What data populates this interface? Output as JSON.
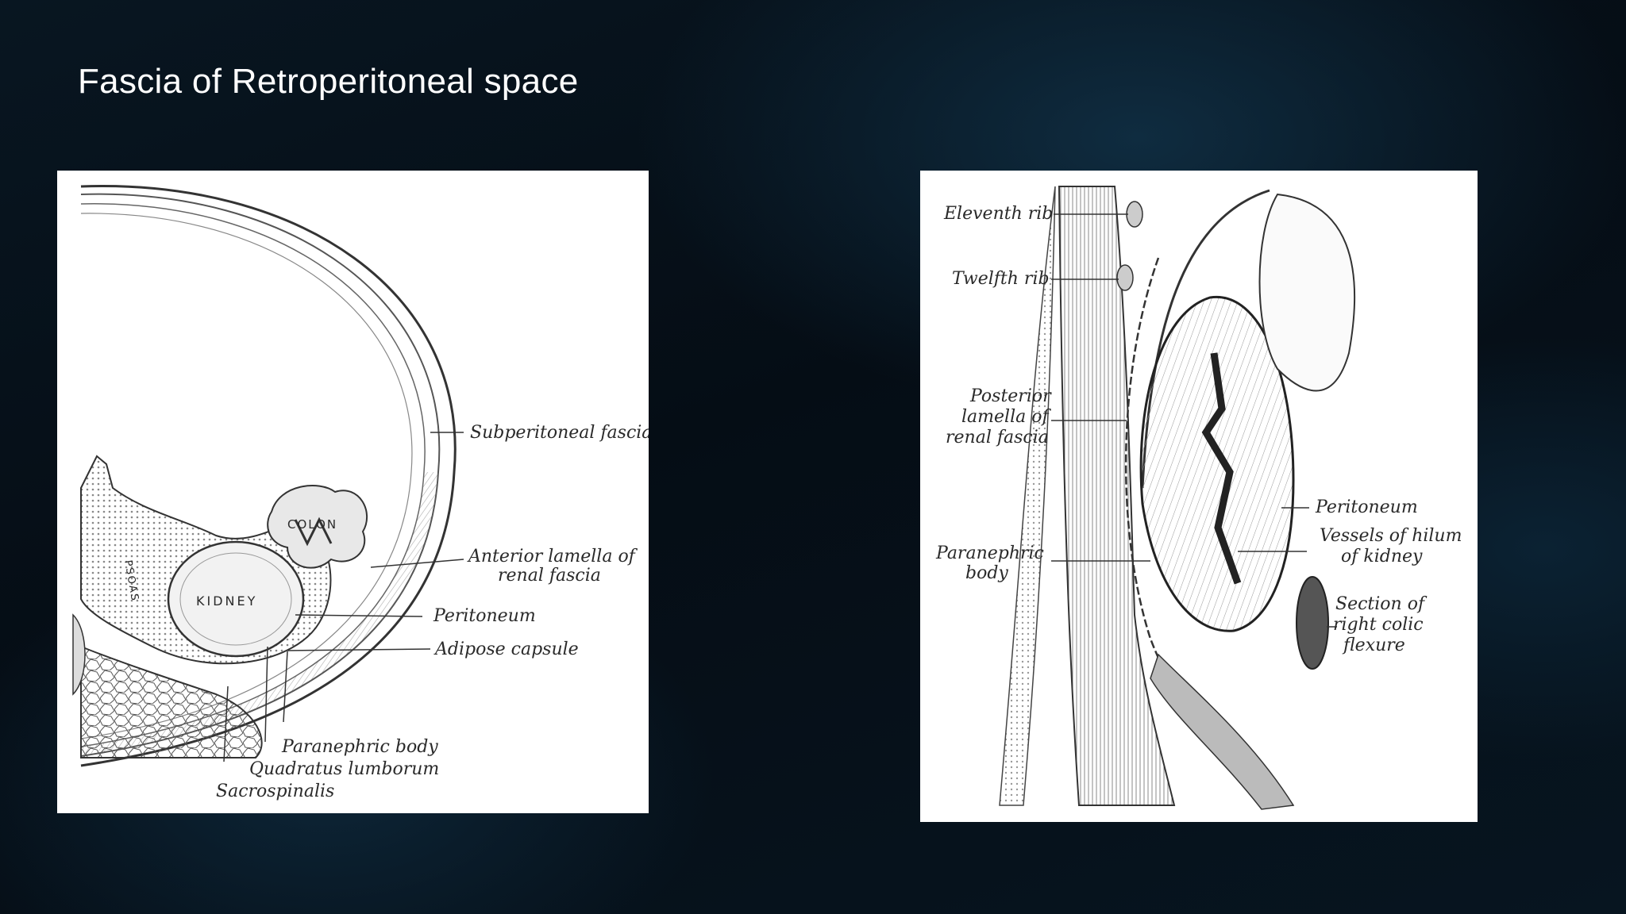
{
  "slide": {
    "title": "Fascia of Retroperitoneal space"
  },
  "left_figure": {
    "organs": {
      "colon": "COLON",
      "kidney": "KIDNEY",
      "psoas": "PSOAS"
    },
    "labels": {
      "subperitoneal_fascia": "Subperitoneal fascia",
      "anterior_lamella_1": "Anterior lamella of",
      "anterior_lamella_2": "renal fascia",
      "peritoneum": "Peritoneum",
      "adipose_capsule": "Adipose capsule",
      "paranephric_body": "Paranephric body",
      "quadratus_lumborum": "Quadratus lumborum",
      "sacrospinalis": "Sacrospinalis"
    }
  },
  "right_figure": {
    "labels": {
      "eleventh_rib": "Eleventh rib",
      "twelfth_rib": "Twelfth rib",
      "posterior_lamella_1": "Posterior",
      "posterior_lamella_2": "lamella of",
      "posterior_lamella_3": "renal fascia",
      "paranephric_body_1": "Paranephric",
      "paranephric_body_2": "body",
      "peritoneum": "Peritoneum",
      "vessels_hilum_1": "Vessels of hilum",
      "vessels_hilum_2": "of kidney",
      "colic_flexure_1": "Section of",
      "colic_flexure_2": "right colic",
      "colic_flexure_3": "flexure"
    }
  }
}
